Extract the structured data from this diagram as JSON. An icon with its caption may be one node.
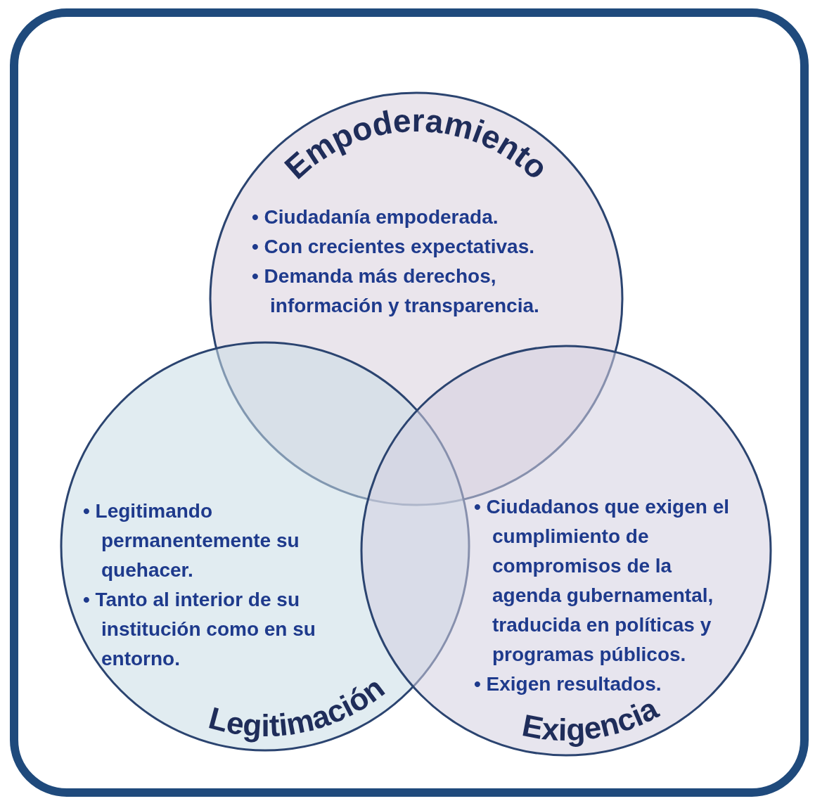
{
  "diagram": {
    "nodes": [
      {
        "text": [
          "Empoderamiento",
          "• Ciudadanía empoderada.",
          "• Con crecientes expectativas.",
          "• Demanda más derechos, información y transparencia."
        ]
      },
      {
        "text": [
          "• Legitimando permanentemente su quehacer.",
          "• Tanto al interior de su institución como en su entorno.",
          "Legitimación"
        ]
      },
      {
        "text": [
          "• Ciudadanos que exigen el cumplimiento de compromisos de la agenda gubernamental, traducida en políticas y programas públicos.",
          "• Exigen resultados.",
          "Exigencia"
        ]
      }
    ]
  }
}
